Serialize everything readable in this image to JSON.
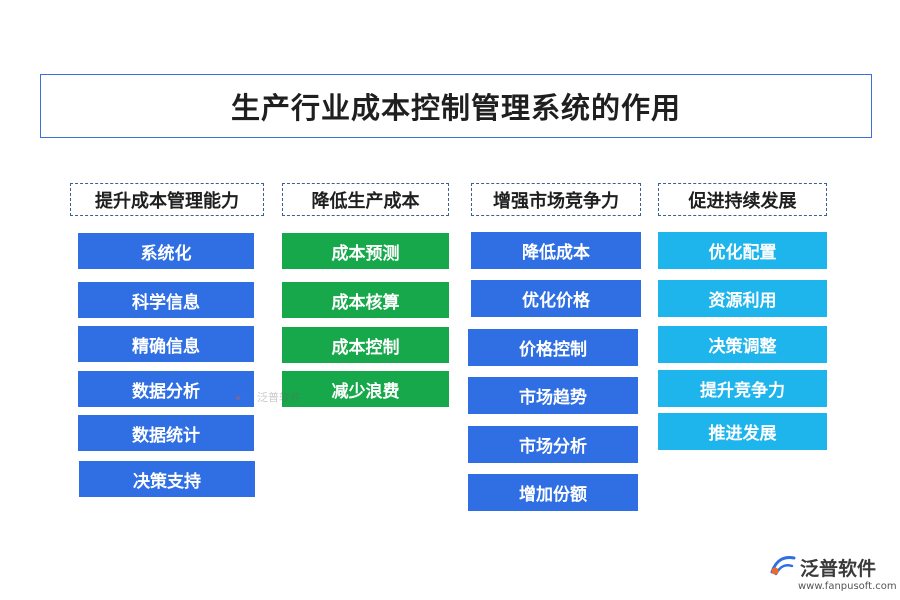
{
  "title": "生产行业成本控制管理系统的作用",
  "columns": [
    {
      "header": "提升成本管理能力",
      "items": [
        "系统化",
        "科学信息",
        "精确信息",
        "数据分析",
        "数据统计",
        "决策支持"
      ]
    },
    {
      "header": "降低生产成本",
      "items": [
        "成本预测",
        "成本核算",
        "成本控制",
        "减少浪费"
      ]
    },
    {
      "header": "增强市场竞争力",
      "items": [
        "降低成本",
        "优化价格",
        "价格控制",
        "市场趋势",
        "市场分析",
        "增加份额"
      ]
    },
    {
      "header": "促进持续发展",
      "items": [
        "优化配置",
        "资源利用",
        "决策调整",
        "提升竞争力",
        "推进发展"
      ]
    }
  ],
  "colors": {
    "col1": "#2f6fe3",
    "col2": "#16a84a",
    "col3": "#2f6fe3",
    "col4": "#1eb4ec",
    "title_border": "#3d6fd4"
  },
  "watermark": {
    "icon": "fanpu-logo-icon",
    "text": "泛普软件"
  },
  "brand": {
    "icon": "fanpu-logo-icon",
    "name": "泛普软件",
    "url": "www.fanpusoft.com"
  }
}
